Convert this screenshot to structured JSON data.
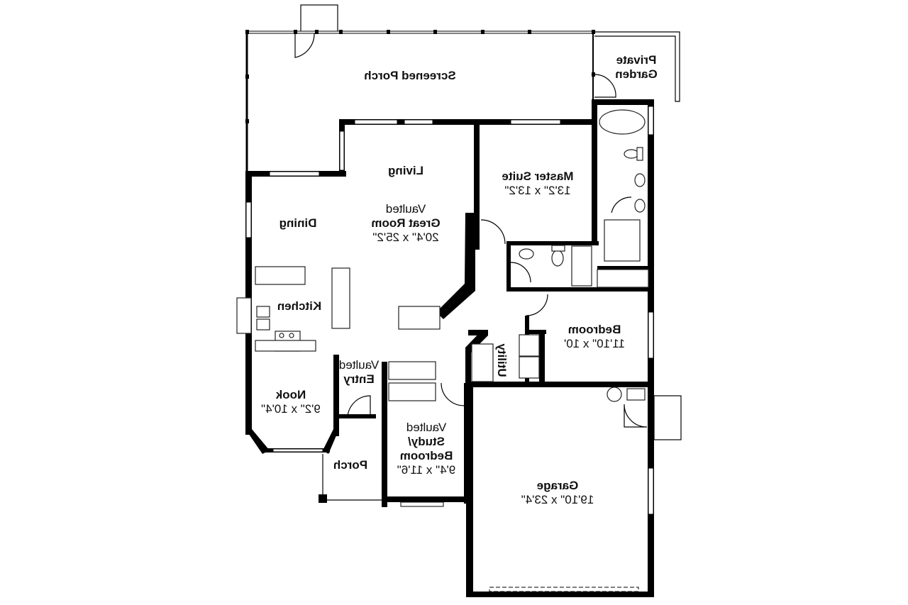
{
  "plan": {
    "orientation": "mirrored-horizontal",
    "colors": {
      "wall": "#000000",
      "background": "#ffffff",
      "text": "#111111"
    },
    "rooms": [
      {
        "id": "screened-porch",
        "name": "Screened Porch",
        "dims": ""
      },
      {
        "id": "private-garden",
        "name": "Private Garden",
        "name_line1": "Private",
        "name_line2": "Garden",
        "dims": ""
      },
      {
        "id": "living",
        "name": "Living",
        "dims": ""
      },
      {
        "id": "great-room",
        "prefix": "Vaulted",
        "name": "Great Room",
        "dims": "20'4\" x 25'2\""
      },
      {
        "id": "dining",
        "name": "Dining",
        "dims": ""
      },
      {
        "id": "master-suite",
        "name": "Master Suite",
        "dims": "13'2\" x 13'2\""
      },
      {
        "id": "kitchen",
        "name": "Kitchen",
        "dims": ""
      },
      {
        "id": "bedroom",
        "name": "Bedroom",
        "dims": "11'10\" x 10'"
      },
      {
        "id": "utility",
        "name": "Utility",
        "dims": ""
      },
      {
        "id": "entry",
        "prefix": "Vaulted",
        "name": "Entry",
        "dims": ""
      },
      {
        "id": "nook",
        "name": "Nook",
        "dims": "9'2\" x 10'4\""
      },
      {
        "id": "study",
        "prefix": "Vaulted",
        "name": "Study/ Bedroom",
        "name_line1": "Study/",
        "name_line2": "Bedroom",
        "dims": "9'4\" x 11'6\""
      },
      {
        "id": "porch",
        "name": "Porch",
        "dims": ""
      },
      {
        "id": "garage",
        "name": "Garage",
        "dims": "19'10\" x 23'4\""
      }
    ]
  }
}
